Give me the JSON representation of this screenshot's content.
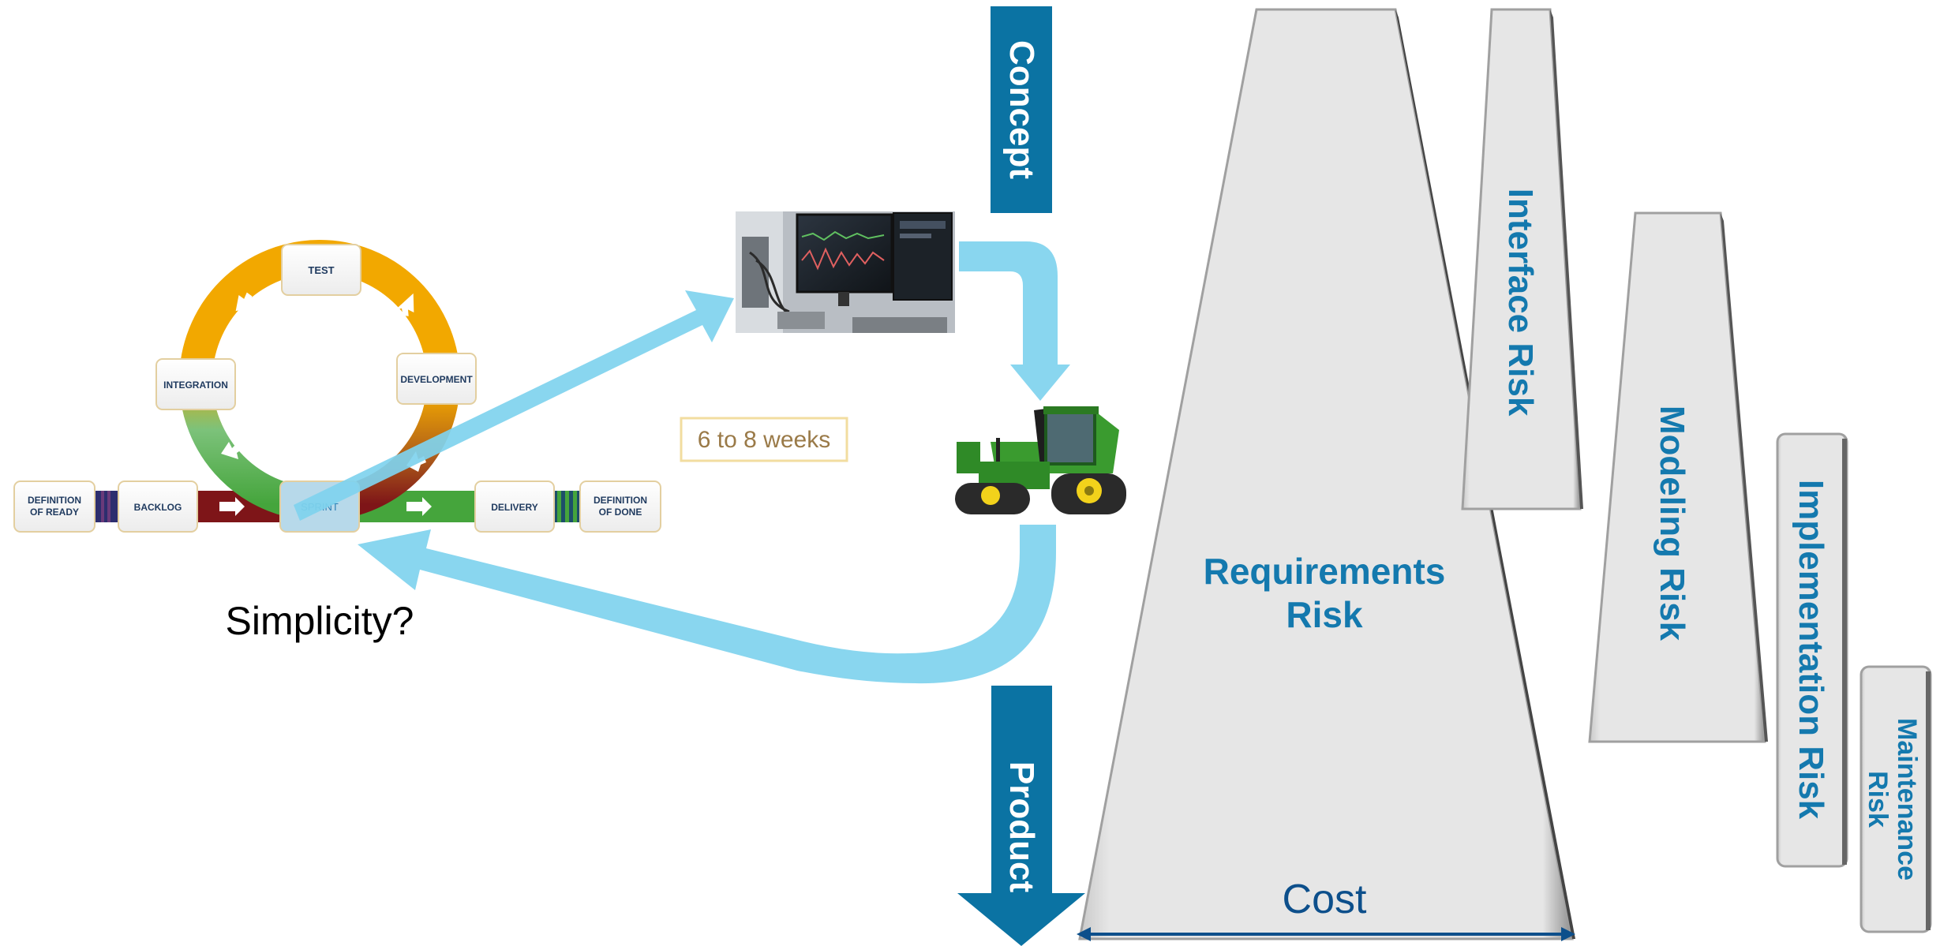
{
  "colors": {
    "dark_blue": "#0B73A3",
    "light_blue": "#7FD3EE",
    "risk_text": "#1479AE",
    "shape_fill": "#E6E6E6",
    "cost_text": "#0D4F8B",
    "weeks_text": "#9A7A48",
    "weeks_border": "#F2DDA0",
    "loop_orange": "#F2A800",
    "loop_green": "#45A53C",
    "loop_darkred": "#7E1518"
  },
  "agile_loop": {
    "test": "TEST",
    "integration": "INTEGRATION",
    "development": "DEVELOPMENT",
    "sprint": "SPRINT",
    "definition_of_ready_1": "DEFINITION",
    "definition_of_ready_2": "OF READY",
    "backlog": "BACKLOG",
    "delivery": "DELIVERY",
    "definition_of_done_1": "DEFINITION",
    "definition_of_done_2": "OF DONE"
  },
  "simplicity": "Simplicity?",
  "weeks": "6 to 8 weeks",
  "concept": "Concept",
  "product": "Product",
  "requirements_risk_1": "Requirements",
  "requirements_risk_2": "Risk",
  "interface_risk": "Interface Risk",
  "modeling_risk": "Modeling Risk",
  "implementation_risk": "Implementation Risk",
  "maintenance_risk_1": "Maintenance",
  "maintenance_risk_2": "Risk",
  "cost": "Cost",
  "icons": {
    "test_bench": "hardware-in-the-loop-photo-icon",
    "tractor": "tractor-photo-icon"
  }
}
